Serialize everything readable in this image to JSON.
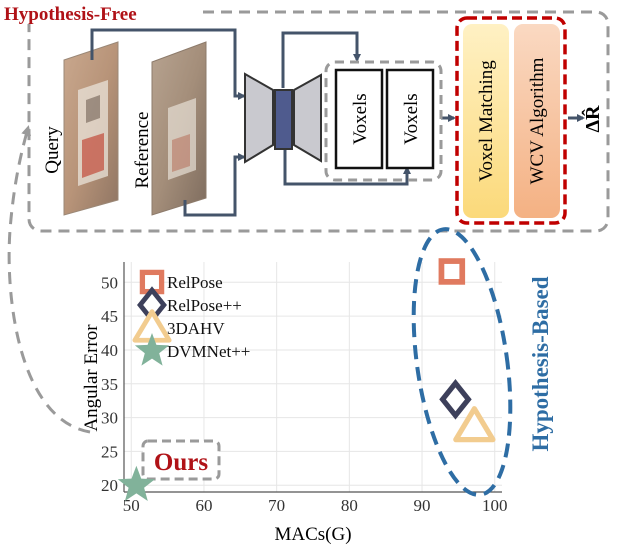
{
  "pipeline": {
    "title": "Hypothesis-Free",
    "inputs": [
      "Query",
      "Reference"
    ],
    "voxel_labels": [
      "Voxels",
      "Voxels"
    ],
    "modules": [
      "Voxel Matching",
      "WCV Algorithm"
    ],
    "output": "ΔR̂"
  },
  "colors": {
    "title_red": "#B01217",
    "dash_gray": "#9A9A9A",
    "arrow_navy": "#44546A",
    "encoder_gray": "#C9C9CF",
    "bottleneck_blue": "#4F5B8E",
    "voxel_match_fill": "#FBD97A",
    "wcv_fill": "#F4B183",
    "hyp_blue": "#2E6DA4",
    "relpose": "#E07A5F",
    "relposepp": "#3D405B",
    "hv3d": "#F2CC8F",
    "dvmnet": "#81B29A"
  },
  "chart_data": {
    "type": "scatter",
    "xlabel": "MACs(G)",
    "ylabel": "Angular Error",
    "xlim": [
      49,
      101
    ],
    "ylim": [
      19,
      53
    ],
    "xticks": [
      50,
      60,
      70,
      80,
      90,
      100
    ],
    "yticks": [
      20,
      25,
      30,
      35,
      40,
      45,
      50
    ],
    "legend_position": "top-left",
    "series": [
      {
        "name": "RelPose",
        "marker": "square",
        "x": 94.1,
        "y": 51.6
      },
      {
        "name": "RelPose++",
        "marker": "diamond",
        "x": 94.6,
        "y": 32.7
      },
      {
        "name": "3DAHV",
        "marker": "triangle",
        "x": 97.2,
        "y": 28.7
      },
      {
        "name": "DVMNet++",
        "marker": "star",
        "x": 50.7,
        "y": 20.0
      }
    ],
    "annotations": {
      "ours": "Ours",
      "hypothesis_based": "Hypothesis-Based"
    }
  }
}
